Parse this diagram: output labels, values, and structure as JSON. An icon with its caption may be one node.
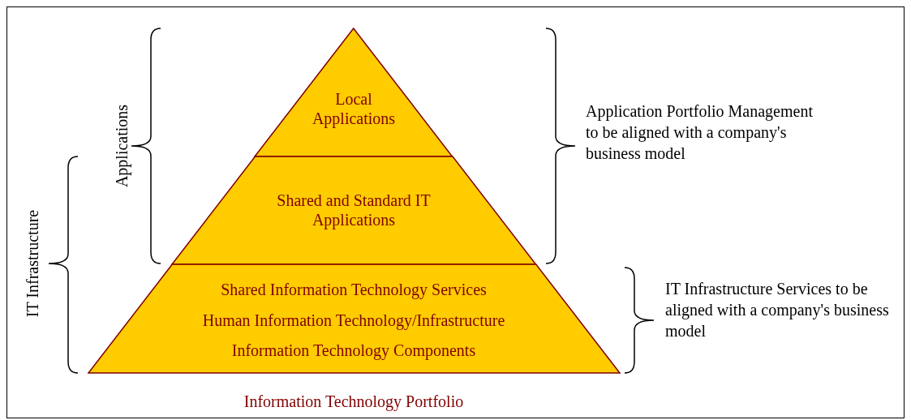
{
  "diagram": {
    "caption": "Information Technology Portfolio",
    "nodes": [
      {
        "text": [
          "Local Applications"
        ]
      },
      {
        "text": [
          "Shared and Standard IT Applications"
        ]
      },
      {
        "text": [
          "Shared Information Technology Services",
          "Human Information Technology/Infrastructure",
          "Information Technology Components"
        ]
      }
    ],
    "labels": [
      "Applications",
      "IT Infrastructure",
      "Application Portfolio Management to be aligned with a company's business model",
      "IT Infrastructure Services to be aligned with a company's business model"
    ]
  }
}
